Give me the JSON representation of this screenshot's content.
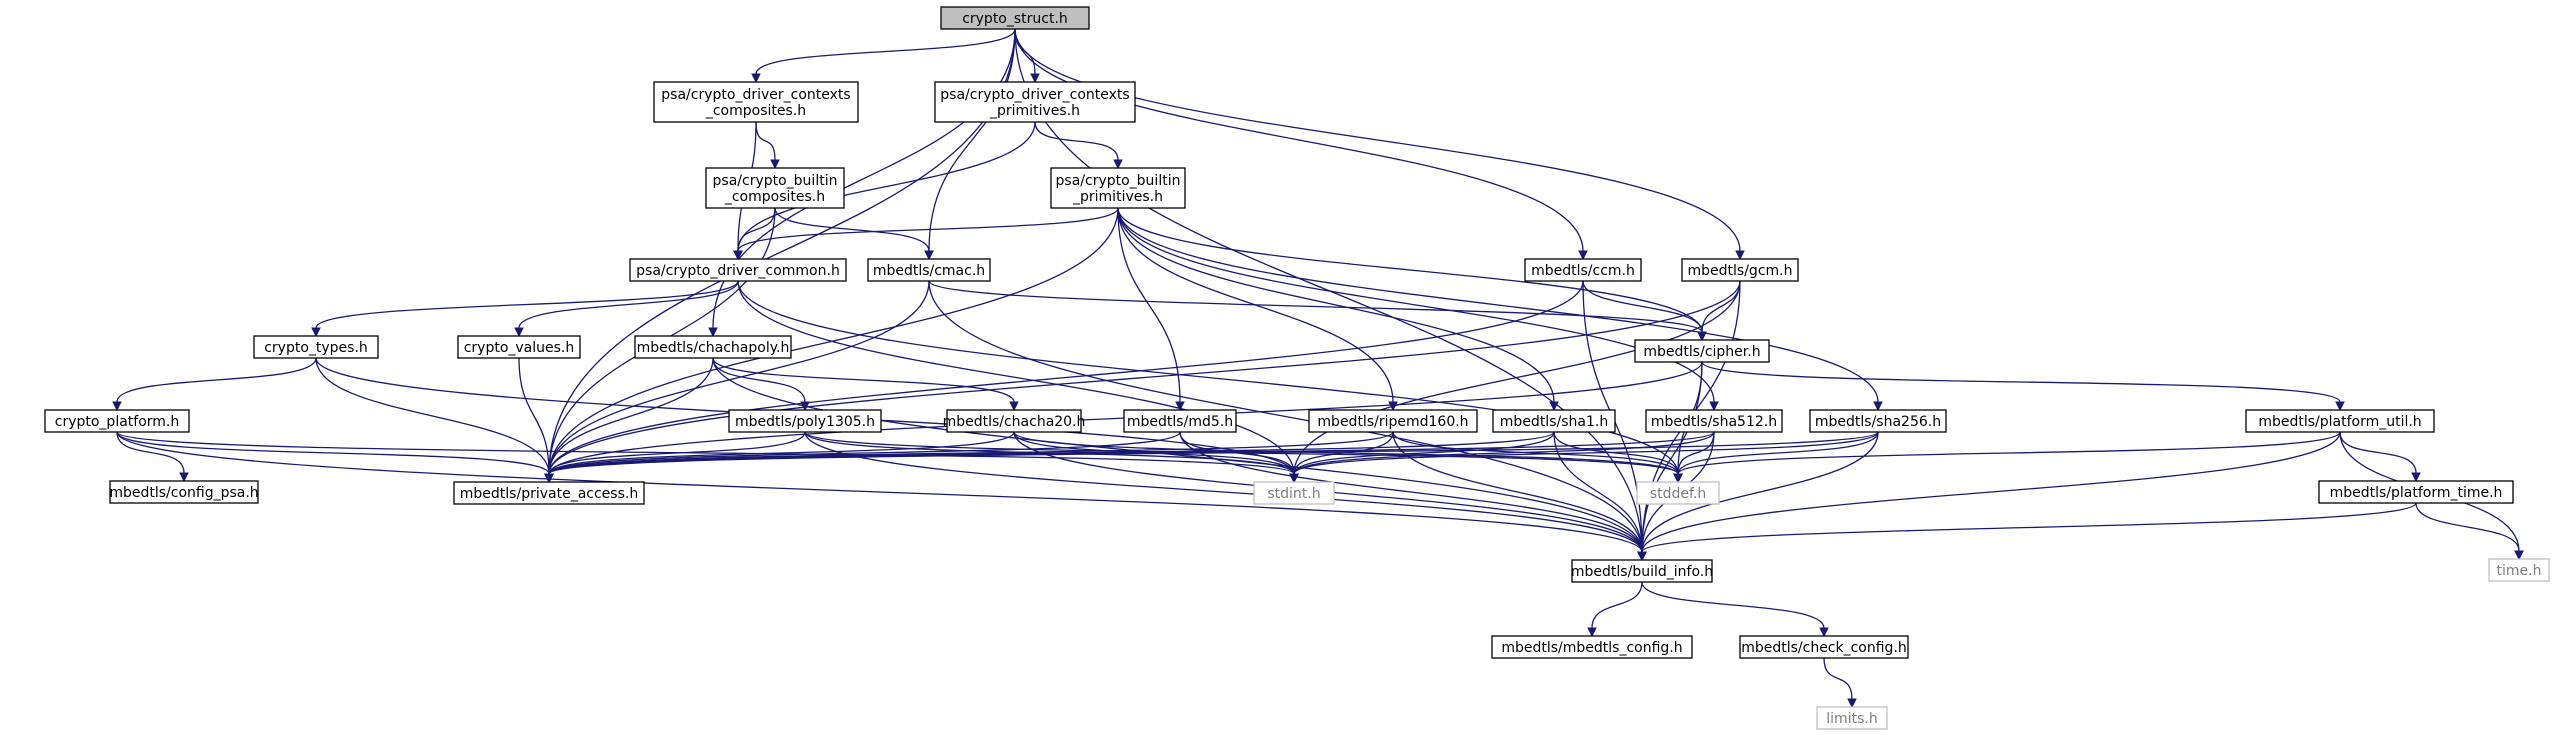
{
  "nodes": {
    "crypto_struct": {
      "label": [
        "crypto_struct.h"
      ],
      "kind": "root"
    },
    "ctx_composites": {
      "label": [
        "psa/crypto_driver_contexts",
        "_composites.h"
      ],
      "kind": "file"
    },
    "ctx_primitives": {
      "label": [
        "psa/crypto_driver_contexts",
        "_primitives.h"
      ],
      "kind": "file"
    },
    "builtin_composites": {
      "label": [
        "psa/crypto_builtin",
        "_composites.h"
      ],
      "kind": "file"
    },
    "builtin_primitives": {
      "label": [
        "psa/crypto_builtin",
        "_primitives.h"
      ],
      "kind": "file"
    },
    "driver_common": {
      "label": [
        "psa/crypto_driver_common.h"
      ],
      "kind": "file"
    },
    "cmac": {
      "label": [
        "mbedtls/cmac.h"
      ],
      "kind": "file"
    },
    "ccm": {
      "label": [
        "mbedtls/ccm.h"
      ],
      "kind": "file"
    },
    "gcm": {
      "label": [
        "mbedtls/gcm.h"
      ],
      "kind": "file"
    },
    "crypto_types": {
      "label": [
        "crypto_types.h"
      ],
      "kind": "file"
    },
    "crypto_values": {
      "label": [
        "crypto_values.h"
      ],
      "kind": "file"
    },
    "chachapoly": {
      "label": [
        "mbedtls/chachapoly.h"
      ],
      "kind": "file"
    },
    "cipher": {
      "label": [
        "mbedtls/cipher.h"
      ],
      "kind": "file"
    },
    "crypto_platform": {
      "label": [
        "crypto_platform.h"
      ],
      "kind": "file"
    },
    "poly1305": {
      "label": [
        "mbedtls/poly1305.h"
      ],
      "kind": "file"
    },
    "chacha20": {
      "label": [
        "mbedtls/chacha20.h"
      ],
      "kind": "file"
    },
    "md5": {
      "label": [
        "mbedtls/md5.h"
      ],
      "kind": "file"
    },
    "ripemd160": {
      "label": [
        "mbedtls/ripemd160.h"
      ],
      "kind": "file"
    },
    "sha1": {
      "label": [
        "mbedtls/sha1.h"
      ],
      "kind": "file"
    },
    "sha512": {
      "label": [
        "mbedtls/sha512.h"
      ],
      "kind": "file"
    },
    "sha256": {
      "label": [
        "mbedtls/sha256.h"
      ],
      "kind": "file"
    },
    "platform_util": {
      "label": [
        "mbedtls/platform_util.h"
      ],
      "kind": "file"
    },
    "config_psa": {
      "label": [
        "mbedtls/config_psa.h"
      ],
      "kind": "file"
    },
    "private_access": {
      "label": [
        "mbedtls/private_access.h"
      ],
      "kind": "file"
    },
    "stdint": {
      "label": [
        "stdint.h"
      ],
      "kind": "system"
    },
    "stddef": {
      "label": [
        "stddef.h"
      ],
      "kind": "system"
    },
    "platform_time": {
      "label": [
        "mbedtls/platform_time.h"
      ],
      "kind": "file"
    },
    "time": {
      "label": [
        "time.h"
      ],
      "kind": "system"
    },
    "build_info": {
      "label": [
        "mbedtls/build_info.h"
      ],
      "kind": "file"
    },
    "mbedtls_config": {
      "label": [
        "mbedtls/mbedtls_config.h"
      ],
      "kind": "file"
    },
    "check_config": {
      "label": [
        "mbedtls/check_config.h"
      ],
      "kind": "file"
    },
    "limits": {
      "label": [
        "limits.h"
      ],
      "kind": "system"
    }
  },
  "edges": [
    [
      "crypto_struct",
      "ctx_composites"
    ],
    [
      "crypto_struct",
      "ctx_primitives"
    ],
    [
      "crypto_struct",
      "cmac"
    ],
    [
      "crypto_struct",
      "ccm"
    ],
    [
      "crypto_struct",
      "gcm"
    ],
    [
      "crypto_struct",
      "chachapoly"
    ],
    [
      "crypto_struct",
      "private_access"
    ],
    [
      "crypto_struct",
      "build_info"
    ],
    [
      "ctx_composites",
      "builtin_composites"
    ],
    [
      "ctx_composites",
      "driver_common"
    ],
    [
      "ctx_primitives",
      "builtin_primitives"
    ],
    [
      "ctx_primitives",
      "driver_common"
    ],
    [
      "builtin_composites",
      "driver_common"
    ],
    [
      "builtin_composites",
      "cmac"
    ],
    [
      "builtin_composites",
      "private_access"
    ],
    [
      "builtin_primitives",
      "driver_common"
    ],
    [
      "builtin_primitives",
      "cipher"
    ],
    [
      "builtin_primitives",
      "md5"
    ],
    [
      "builtin_primitives",
      "ripemd160"
    ],
    [
      "builtin_primitives",
      "sha1"
    ],
    [
      "builtin_primitives",
      "sha512"
    ],
    [
      "builtin_primitives",
      "sha256"
    ],
    [
      "builtin_primitives",
      "private_access"
    ],
    [
      "driver_common",
      "crypto_types"
    ],
    [
      "driver_common",
      "crypto_values"
    ],
    [
      "driver_common",
      "stdint"
    ],
    [
      "driver_common",
      "stddef"
    ],
    [
      "cmac",
      "cipher"
    ],
    [
      "cmac",
      "private_access"
    ],
    [
      "cmac",
      "build_info"
    ],
    [
      "ccm",
      "cipher"
    ],
    [
      "ccm",
      "private_access"
    ],
    [
      "ccm",
      "build_info"
    ],
    [
      "gcm",
      "cipher"
    ],
    [
      "gcm",
      "private_access"
    ],
    [
      "gcm",
      "build_info"
    ],
    [
      "gcm",
      "stdint"
    ],
    [
      "crypto_types",
      "crypto_platform"
    ],
    [
      "crypto_types",
      "private_access"
    ],
    [
      "crypto_types",
      "stdint"
    ],
    [
      "crypto_values",
      "private_access"
    ],
    [
      "chachapoly",
      "poly1305"
    ],
    [
      "chachapoly",
      "chacha20"
    ],
    [
      "chachapoly",
      "private_access"
    ],
    [
      "chachapoly",
      "build_info"
    ],
    [
      "cipher",
      "platform_util"
    ],
    [
      "cipher",
      "private_access"
    ],
    [
      "cipher",
      "build_info"
    ],
    [
      "cipher",
      "stddef"
    ],
    [
      "crypto_platform",
      "config_psa"
    ],
    [
      "crypto_platform",
      "private_access"
    ],
    [
      "crypto_platform",
      "build_info"
    ],
    [
      "crypto_platform",
      "stdint"
    ],
    [
      "poly1305",
      "private_access"
    ],
    [
      "poly1305",
      "build_info"
    ],
    [
      "poly1305",
      "stdint"
    ],
    [
      "poly1305",
      "stddef"
    ],
    [
      "chacha20",
      "private_access"
    ],
    [
      "chacha20",
      "build_info"
    ],
    [
      "chacha20",
      "stdint"
    ],
    [
      "chacha20",
      "stddef"
    ],
    [
      "md5",
      "private_access"
    ],
    [
      "md5",
      "build_info"
    ],
    [
      "md5",
      "stdint"
    ],
    [
      "ripemd160",
      "private_access"
    ],
    [
      "ripemd160",
      "build_info"
    ],
    [
      "ripemd160",
      "stdint"
    ],
    [
      "ripemd160",
      "stddef"
    ],
    [
      "sha1",
      "private_access"
    ],
    [
      "sha1",
      "build_info"
    ],
    [
      "sha1",
      "stdint"
    ],
    [
      "sha1",
      "stddef"
    ],
    [
      "sha512",
      "private_access"
    ],
    [
      "sha512",
      "build_info"
    ],
    [
      "sha512",
      "stdint"
    ],
    [
      "sha512",
      "stddef"
    ],
    [
      "sha256",
      "private_access"
    ],
    [
      "sha256",
      "build_info"
    ],
    [
      "sha256",
      "stdint"
    ],
    [
      "sha256",
      "stddef"
    ],
    [
      "platform_util",
      "build_info"
    ],
    [
      "platform_util",
      "stddef"
    ],
    [
      "platform_util",
      "platform_time"
    ],
    [
      "platform_util",
      "time"
    ],
    [
      "platform_time",
      "build_info"
    ],
    [
      "platform_time",
      "time"
    ],
    [
      "build_info",
      "mbedtls_config"
    ],
    [
      "build_info",
      "check_config"
    ],
    [
      "check_config",
      "limits"
    ]
  ]
}
